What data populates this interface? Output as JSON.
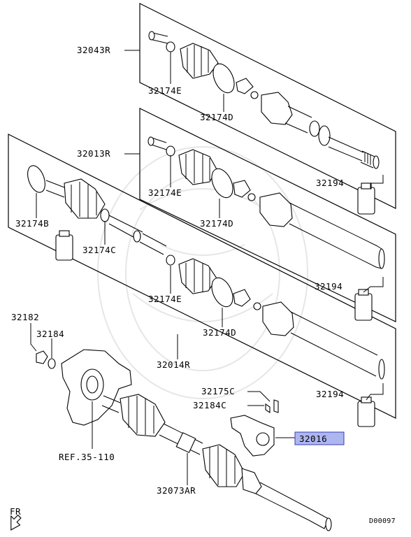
{
  "labels": {
    "p32043R": "32043R",
    "p32174E_1": "32174E",
    "p32174D_1": "32174D",
    "p32013R": "32013R",
    "p32174E_2": "32174E",
    "p32174D_2": "32174D",
    "p32194_1": "32194",
    "p32174B": "32174B",
    "p32174C": "32174C",
    "p32194_2": "32194",
    "p32174E_3": "32174E",
    "p32174D_3": "32174D",
    "p32182": "32182",
    "p32184": "32184",
    "p32014R": "32014R",
    "p32175C": "32175C",
    "p32184C": "32184C",
    "p32194_3": "32194",
    "p32016": "32016",
    "ref": "REF.35-110",
    "p32073AR": "32073AR",
    "fr": "FR",
    "code": "D00097"
  },
  "colors": {
    "highlight_fill": "#aeb6f0",
    "highlight_stroke": "#3a3fb0"
  }
}
